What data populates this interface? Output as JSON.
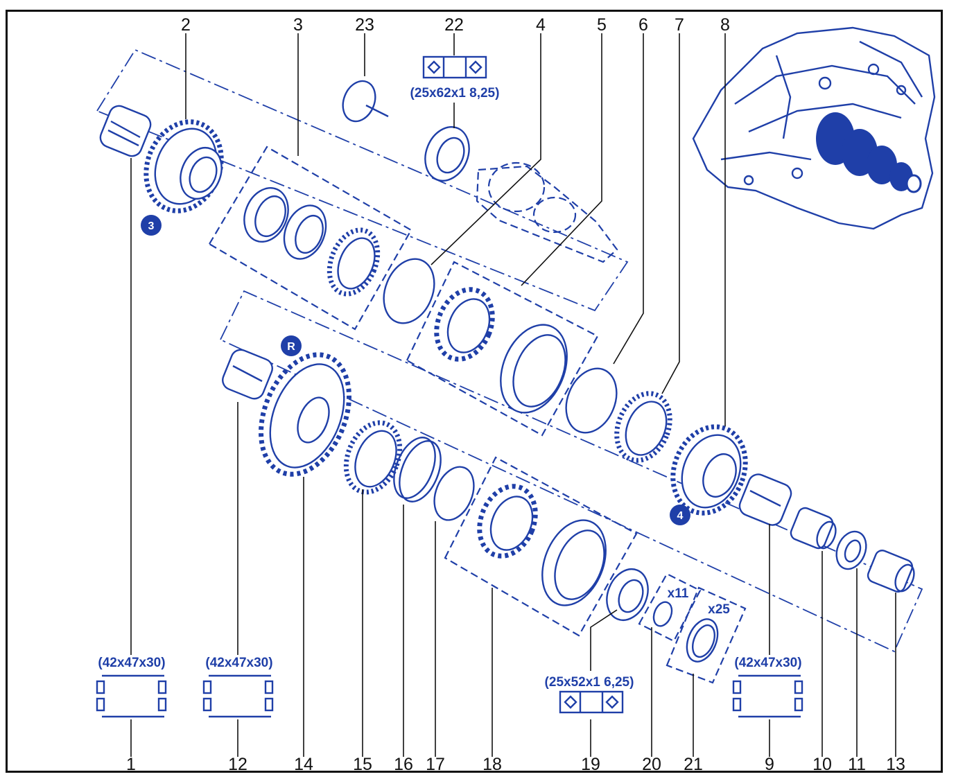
{
  "labels_top": {
    "n2": "2",
    "n3": "3",
    "n23": "23",
    "n22": "22",
    "n4": "4",
    "n5": "5",
    "n6": "6",
    "n7": "7",
    "n8": "8"
  },
  "labels_bottom": {
    "n1": "1",
    "n12": "12",
    "n14": "14",
    "n15": "15",
    "n16": "16",
    "n17": "17",
    "n18": "18",
    "n19": "19",
    "n20": "20",
    "n21": "21",
    "n9": "9",
    "n10": "10",
    "n11": "11",
    "n13": "13"
  },
  "specs": {
    "bearing_22": "(25x62x1 8,25)",
    "bearing_19": "(25x52x1 6,25)",
    "needle_1": "(42x47x30)",
    "needle_12": "(42x47x30)",
    "needle_9": "(42x47x30)"
  },
  "quantities": {
    "q20": "x11",
    "q21": "x25"
  },
  "badges": {
    "gear3": "3",
    "gear4": "4",
    "reverse": "R"
  },
  "colors": {
    "line_art": "#1f3fa8",
    "leader": "#111111",
    "frame": "#111111"
  }
}
